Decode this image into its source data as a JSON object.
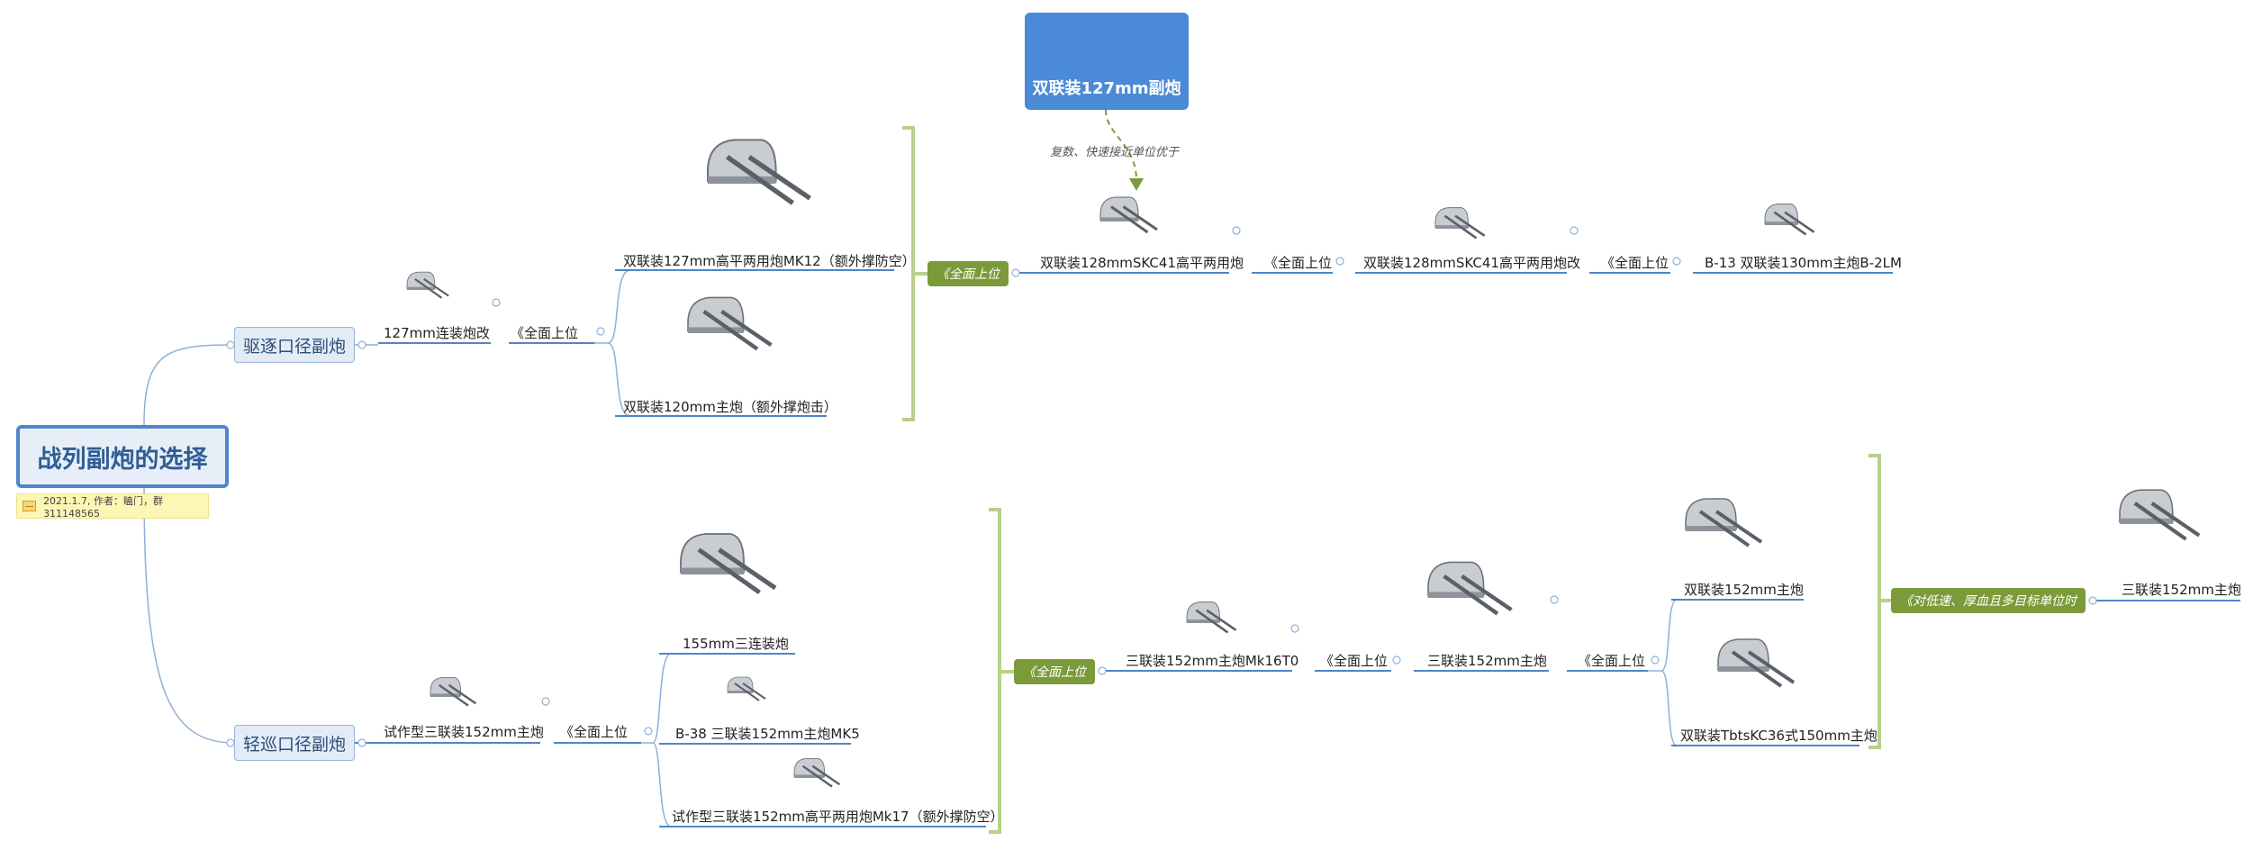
{
  "root": {
    "title": "战列副炮的选择",
    "note": "2021.1.7, 作者：瞌门，群311148565"
  },
  "branches": {
    "destroyer": "驱逐口径副炮",
    "cruiser": "轻巡口径副炮"
  },
  "floating_topic": {
    "title": "双联装127mm副炮",
    "hint": "复数、快速接近单位优于"
  },
  "top": {
    "start": "127mm连装炮改",
    "arrow1": "《全面上位",
    "opt_a": "双联装127mm高平两用炮MK12（额外撑防空）",
    "opt_b": "双联装120mm主炮（额外撑炮击）",
    "tag": "《全面上位",
    "n1": "双联装128mmSKC41高平两用炮",
    "arrow2": "《全面上位",
    "n2": "双联装128mmSKC41高平两用炮改",
    "arrow3": "《全面上位",
    "n3": "B-13 双联装130mm主炮B-2LM"
  },
  "bottom": {
    "start": "试作型三联装152mm主炮",
    "arrow1": "《全面上位",
    "opt_a": "155mm三连装炮",
    "opt_b": "B-38 三联装152mm主炮MK5",
    "opt_c": "试作型三联装152mm高平两用炮Mk17（额外撑防空）",
    "tag": "《全面上位",
    "n1": "三联装152mm主炮Mk16T0",
    "arrow2": "《全面上位",
    "n2": "三联装152mm主炮",
    "arrow3": "《全面上位",
    "opt_d": "双联装152mm主炮",
    "opt_e": "双联装TbtsKC36式150mm主炮",
    "tag2": "《对低速、厚血且多目标单位时",
    "n3": "三联装152mm主炮"
  },
  "colors": {
    "accent": "#4f86c6",
    "tag_green": "#7b9a3a",
    "bracket": "#b9cf8c",
    "connector": "#8fb0d8"
  },
  "icons": [
    "turret-icon",
    "collapse-toggle-icon",
    "note-icon"
  ]
}
